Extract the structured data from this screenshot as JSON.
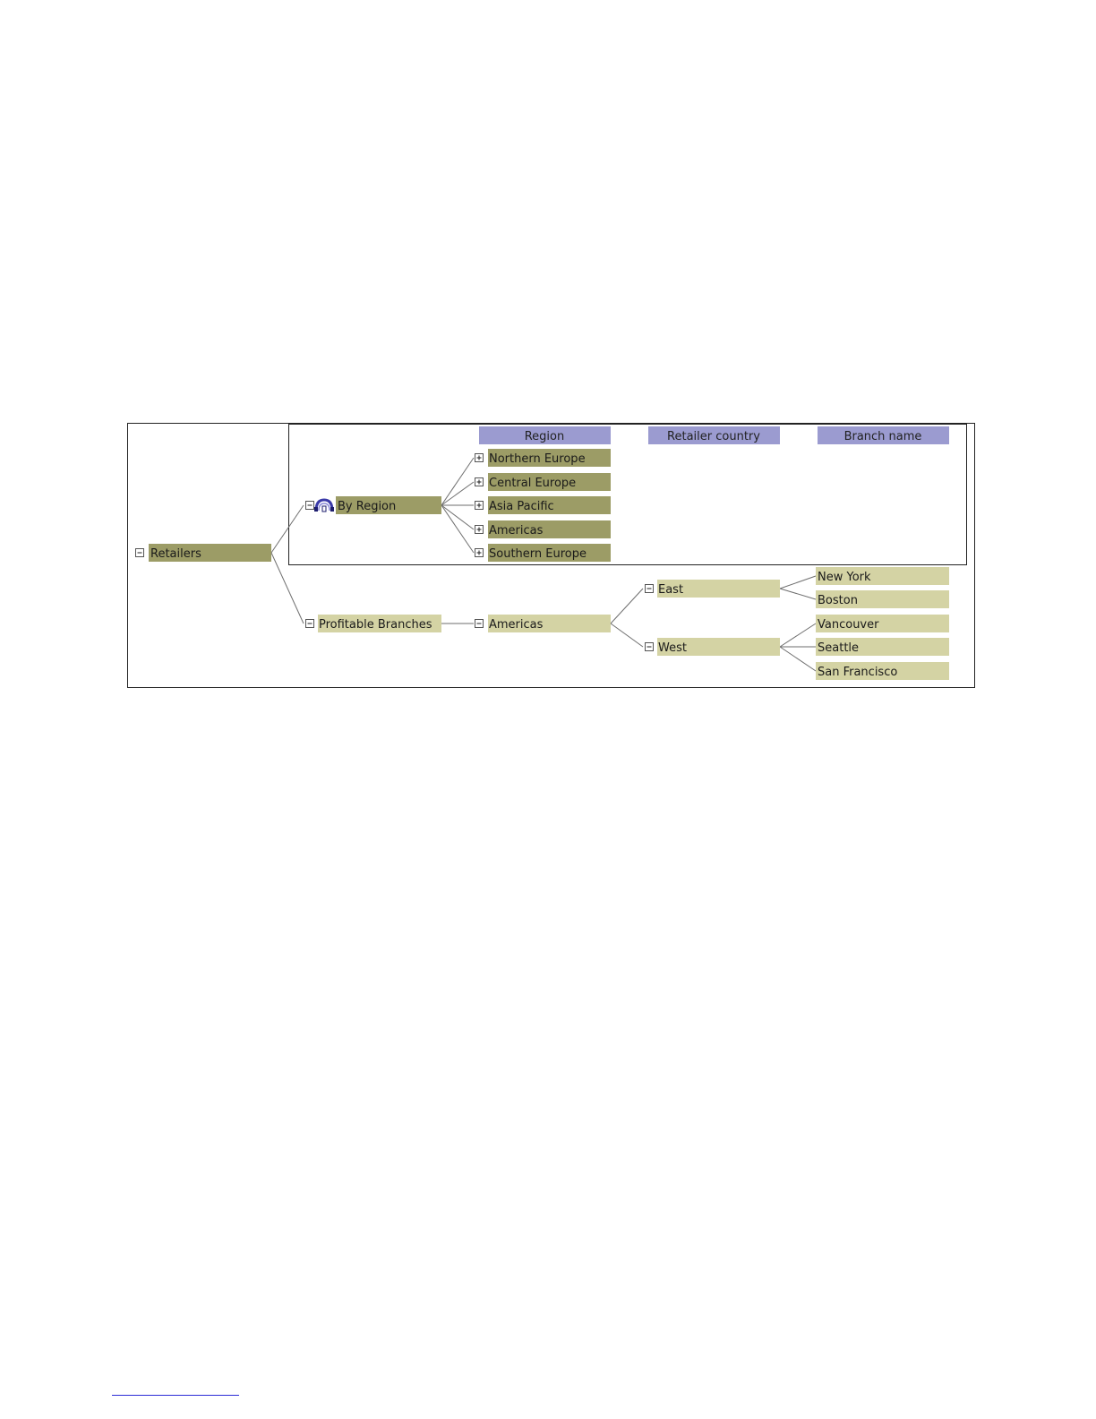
{
  "colors": {
    "dark_node": "#9c9c66",
    "light_node": "#d4d3a4",
    "header": "#9b9bd0",
    "connector": "#6e6e6e",
    "frame": "#222222",
    "icon_blue": "#3a3aa8"
  },
  "headers": {
    "region": "Region",
    "retailer_country": "Retailer country",
    "branch_name": "Branch name"
  },
  "tree": {
    "root": {
      "label": "Retailers",
      "toggle": "minus"
    },
    "by_region": {
      "label": "By Region",
      "toggle": "minus",
      "icon": "hierarchy-arch-icon",
      "children": [
        {
          "label": "Northern Europe",
          "toggle": "plus"
        },
        {
          "label": "Central Europe",
          "toggle": "plus"
        },
        {
          "label": "Asia Pacific",
          "toggle": "plus"
        },
        {
          "label": "Americas",
          "toggle": "plus"
        },
        {
          "label": "Southern Europe",
          "toggle": "plus"
        }
      ]
    },
    "profitable_branches": {
      "label": "Profitable Branches",
      "toggle": "minus",
      "americas": {
        "label": "Americas",
        "toggle": "minus",
        "east": {
          "label": "East",
          "toggle": "minus",
          "children": [
            "New York",
            "Boston"
          ]
        },
        "west": {
          "label": "West",
          "toggle": "minus",
          "children": [
            "Vancouver",
            "Seattle",
            "San Francisco"
          ]
        }
      }
    }
  }
}
